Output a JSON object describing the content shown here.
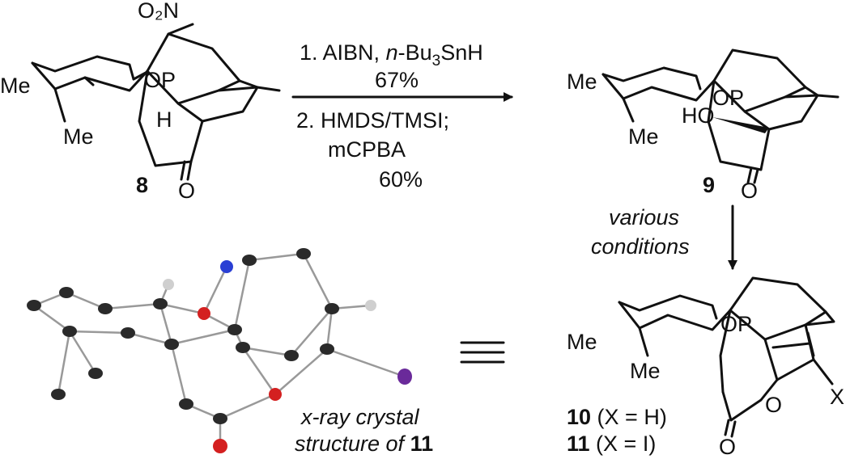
{
  "compounds": {
    "c8": {
      "number": "8",
      "no2": "O₂N",
      "op": "OP",
      "me1": "Me",
      "me2": "Me",
      "h": "H",
      "o": "O"
    },
    "c9": {
      "number": "9",
      "op": "OP",
      "me1": "Me",
      "me2": "Me",
      "ho": "HO",
      "o": "O"
    },
    "c10_11": {
      "op": "OP",
      "me1": "Me",
      "me2": "Me",
      "o_ring": "O",
      "o_carbonyl": "O",
      "x": "X",
      "label_10_num": "10",
      "label_10_rest": " (X = H)",
      "label_11_num": "11",
      "label_11_rest": " (X = I)"
    }
  },
  "reaction_arrow": {
    "step1_prefix": "1. AIBN, ",
    "step1_reagent": "n",
    "step1_rest": "-Bu",
    "step1_sub": "3",
    "step1_end": "SnH",
    "step1_yield": "67%",
    "step2_line1": "2. HMDS/TMSI;",
    "step2_line2": "mCPBA",
    "step2_yield": "60%"
  },
  "down_arrow": {
    "line1": "various",
    "line2": "conditions"
  },
  "xray": {
    "caption_line1": "x-ray crystal",
    "caption_line2_prefix": "structure of ",
    "caption_line2_num": "11"
  },
  "colors": {
    "carbon": "#2a2a2a",
    "oxygen": "#d42020",
    "nitrogen": "#2a3fd4",
    "hydrogen": "#cfcfcf",
    "iodine": "#6a2a9a"
  }
}
